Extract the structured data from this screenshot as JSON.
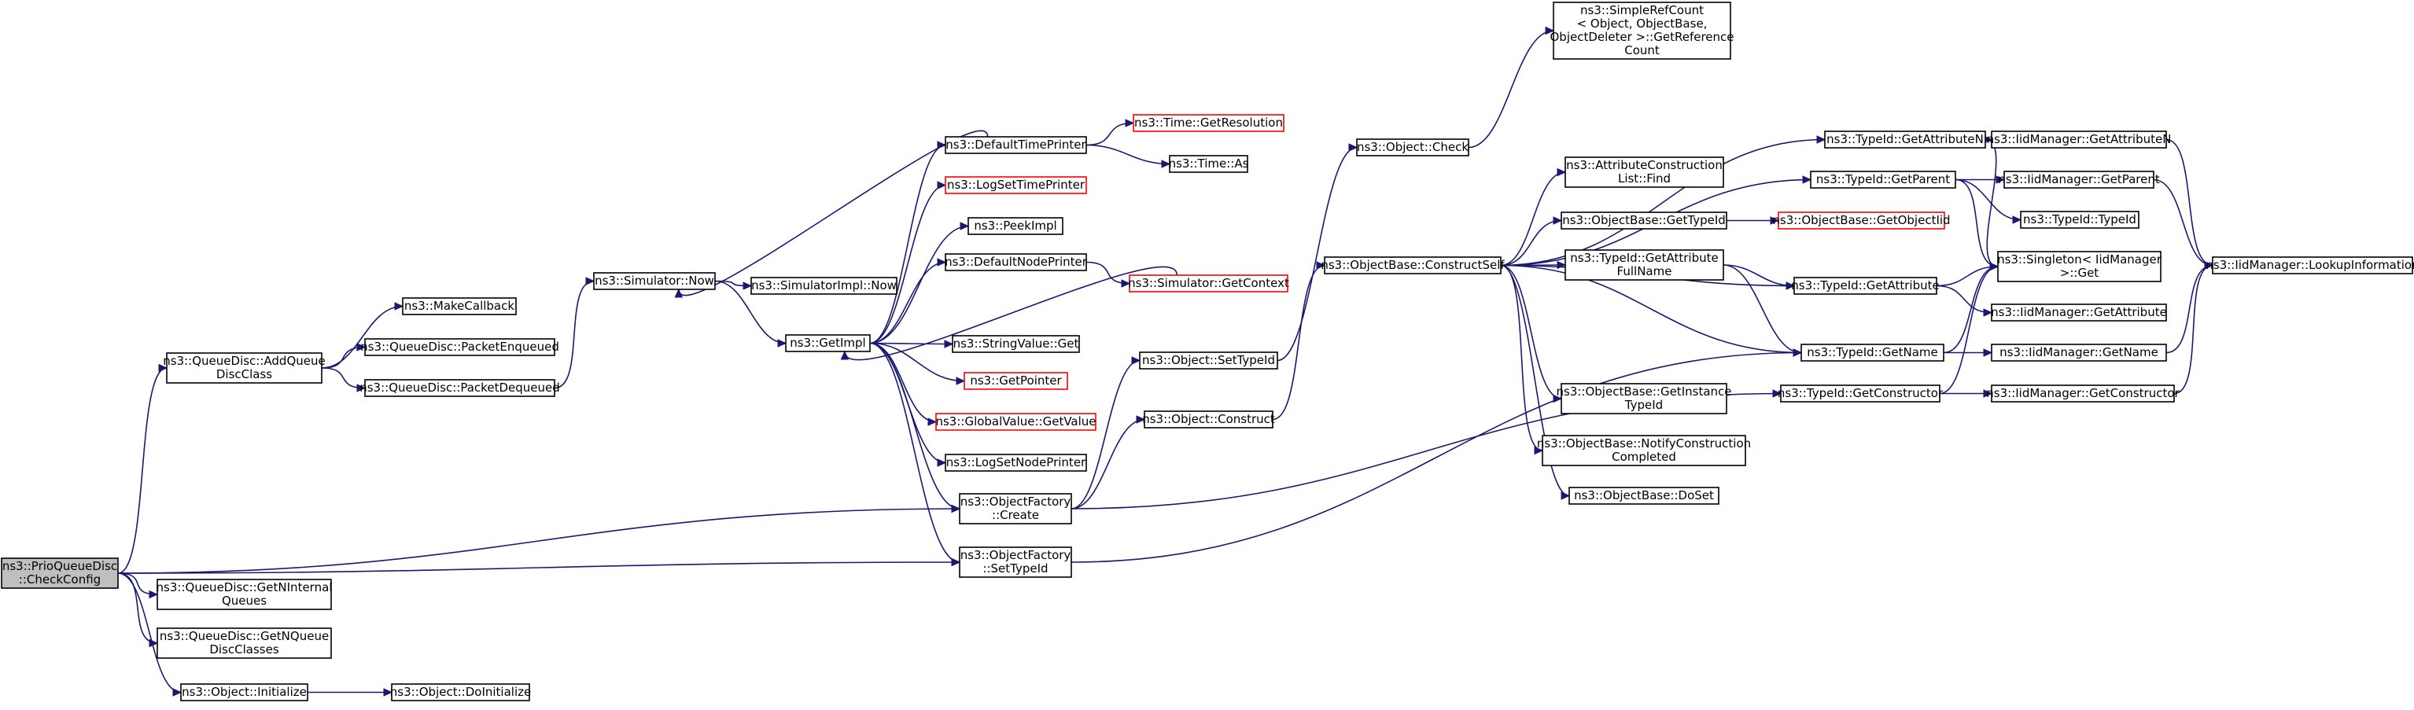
{
  "nodes": [
    {
      "id": "root",
      "lines": [
        "ns3::PrioQueueDisc",
        "::CheckConfig"
      ],
      "style": "root"
    },
    {
      "id": "addQueue",
      "lines": [
        "ns3::QueueDisc::AddQueue",
        "DiscClass"
      ],
      "style": "normal"
    },
    {
      "id": "makeCallback",
      "lines": [
        "ns3::MakeCallback"
      ],
      "style": "normal"
    },
    {
      "id": "pktEnq",
      "lines": [
        "ns3::QueueDisc::PacketEnqueued"
      ],
      "style": "normal"
    },
    {
      "id": "pktDeq",
      "lines": [
        "ns3::QueueDisc::PacketDequeued"
      ],
      "style": "normal"
    },
    {
      "id": "getNInternal",
      "lines": [
        "ns3::QueueDisc::GetNInternal",
        "Queues"
      ],
      "style": "normal"
    },
    {
      "id": "getNQueueDisc",
      "lines": [
        "ns3::QueueDisc::GetNQueue",
        "DiscClasses"
      ],
      "style": "normal"
    },
    {
      "id": "objInit",
      "lines": [
        "ns3::Object::Initialize"
      ],
      "style": "normal"
    },
    {
      "id": "doInit",
      "lines": [
        "ns3::Object::DoInitialize"
      ],
      "style": "normal"
    },
    {
      "id": "simNow",
      "lines": [
        "ns3::Simulator::Now"
      ],
      "style": "normal"
    },
    {
      "id": "simImplNow",
      "lines": [
        "ns3::SimulatorImpl::Now"
      ],
      "style": "normal"
    },
    {
      "id": "getImpl",
      "lines": [
        "ns3::GetImpl"
      ],
      "style": "normal"
    },
    {
      "id": "defTimePrinter",
      "lines": [
        "ns3::DefaultTimePrinter"
      ],
      "style": "normal"
    },
    {
      "id": "timeGetRes",
      "lines": [
        "ns3::Time::GetResolution"
      ],
      "style": "red"
    },
    {
      "id": "timeAs",
      "lines": [
        "ns3::Time::As"
      ],
      "style": "normal"
    },
    {
      "id": "logSetTime",
      "lines": [
        "ns3::LogSetTimePrinter"
      ],
      "style": "red"
    },
    {
      "id": "peekImpl",
      "lines": [
        "ns3::PeekImpl"
      ],
      "style": "normal"
    },
    {
      "id": "defNodePrinter",
      "lines": [
        "ns3::DefaultNodePrinter"
      ],
      "style": "normal"
    },
    {
      "id": "simGetContext",
      "lines": [
        "ns3::Simulator::GetContext"
      ],
      "style": "red"
    },
    {
      "id": "stringValueGet",
      "lines": [
        "ns3::StringValue::Get"
      ],
      "style": "normal"
    },
    {
      "id": "getPointer",
      "lines": [
        "ns3::GetPointer"
      ],
      "style": "red"
    },
    {
      "id": "globalGetValue",
      "lines": [
        "ns3::GlobalValue::GetValue"
      ],
      "style": "red"
    },
    {
      "id": "logSetNode",
      "lines": [
        "ns3::LogSetNodePrinter"
      ],
      "style": "normal"
    },
    {
      "id": "ofCreate",
      "lines": [
        "ns3::ObjectFactory",
        "::Create"
      ],
      "style": "normal"
    },
    {
      "id": "ofSetTypeId",
      "lines": [
        "ns3::ObjectFactory",
        "::SetTypeId"
      ],
      "style": "normal"
    },
    {
      "id": "objSetTypeId",
      "lines": [
        "ns3::Object::SetTypeId"
      ],
      "style": "normal"
    },
    {
      "id": "objConstruct",
      "lines": [
        "ns3::Object::Construct"
      ],
      "style": "normal"
    },
    {
      "id": "objCheck",
      "lines": [
        "ns3::Object::Check"
      ],
      "style": "normal"
    },
    {
      "id": "simpleRefCount",
      "lines": [
        "ns3::SimpleRefCount",
        "< Object, ObjectBase,",
        "ObjectDeleter >::GetReference",
        "Count"
      ],
      "style": "normal"
    },
    {
      "id": "constructSelf",
      "lines": [
        "ns3::ObjectBase::ConstructSelf"
      ],
      "style": "normal"
    },
    {
      "id": "attrConstrFind",
      "lines": [
        "ns3::AttributeConstruction",
        "List::Find"
      ],
      "style": "normal"
    },
    {
      "id": "obGetTypeId",
      "lines": [
        "ns3::ObjectBase::GetTypeId"
      ],
      "style": "normal"
    },
    {
      "id": "obGetObjectIid",
      "lines": [
        "ns3::ObjectBase::GetObjectIid"
      ],
      "style": "red"
    },
    {
      "id": "tidGetAttrFull",
      "lines": [
        "ns3::TypeId::GetAttribute",
        "FullName"
      ],
      "style": "normal"
    },
    {
      "id": "obGetInstance",
      "lines": [
        "ns3::ObjectBase::GetInstance",
        "TypeId"
      ],
      "style": "normal"
    },
    {
      "id": "obNotify",
      "lines": [
        "ns3::ObjectBase::NotifyConstruction",
        "Completed"
      ],
      "style": "normal"
    },
    {
      "id": "obDoSet",
      "lines": [
        "ns3::ObjectBase::DoSet"
      ],
      "style": "normal"
    },
    {
      "id": "tidGetAttrN",
      "lines": [
        "ns3::TypeId::GetAttributeN"
      ],
      "style": "normal"
    },
    {
      "id": "tidGetParent",
      "lines": [
        "ns3::TypeId::GetParent"
      ],
      "style": "normal"
    },
    {
      "id": "tidGetAttr",
      "lines": [
        "ns3::TypeId::GetAttribute"
      ],
      "style": "normal"
    },
    {
      "id": "tidGetName",
      "lines": [
        "ns3::TypeId::GetName"
      ],
      "style": "normal"
    },
    {
      "id": "tidGetConstructor",
      "lines": [
        "ns3::TypeId::GetConstructor"
      ],
      "style": "normal"
    },
    {
      "id": "iidGetAttrN",
      "lines": [
        "ns3::IidManager::GetAttributeN"
      ],
      "style": "normal"
    },
    {
      "id": "iidGetParent",
      "lines": [
        "ns3::IidManager::GetParent"
      ],
      "style": "normal"
    },
    {
      "id": "tidTypeId",
      "lines": [
        "ns3::TypeId::TypeId"
      ],
      "style": "normal"
    },
    {
      "id": "singletonGet",
      "lines": [
        "ns3::Singleton< IidManager",
        ">::Get"
      ],
      "style": "normal"
    },
    {
      "id": "iidGetAttr",
      "lines": [
        "ns3::IidManager::GetAttribute"
      ],
      "style": "normal"
    },
    {
      "id": "iidGetName",
      "lines": [
        "ns3::IidManager::GetName"
      ],
      "style": "normal"
    },
    {
      "id": "iidGetConstructor",
      "lines": [
        "ns3::IidManager::GetConstructor"
      ],
      "style": "normal"
    },
    {
      "id": "iidLookup",
      "lines": [
        "ns3::IidManager::LookupInformation"
      ],
      "style": "normal"
    }
  ],
  "edges": [
    [
      "root",
      "addQueue"
    ],
    [
      "root",
      "ofCreate"
    ],
    [
      "root",
      "ofSetTypeId"
    ],
    [
      "root",
      "getNInternal"
    ],
    [
      "root",
      "getNQueueDisc"
    ],
    [
      "root",
      "objInit"
    ],
    [
      "addQueue",
      "makeCallback"
    ],
    [
      "addQueue",
      "pktEnq"
    ],
    [
      "addQueue",
      "pktDeq"
    ],
    [
      "pktDeq",
      "simNow"
    ],
    [
      "objInit",
      "doInit"
    ],
    [
      "simNow",
      "simImplNow"
    ],
    [
      "simNow",
      "getImpl"
    ],
    [
      "defTimePrinter",
      "simNow"
    ],
    [
      "defTimePrinter",
      "timeGetRes"
    ],
    [
      "defTimePrinter",
      "timeAs"
    ],
    [
      "getImpl",
      "defTimePrinter"
    ],
    [
      "getImpl",
      "logSetTime"
    ],
    [
      "getImpl",
      "peekImpl"
    ],
    [
      "getImpl",
      "defNodePrinter"
    ],
    [
      "getImpl",
      "stringValueGet"
    ],
    [
      "getImpl",
      "getPointer"
    ],
    [
      "getImpl",
      "globalGetValue"
    ],
    [
      "getImpl",
      "logSetNode"
    ],
    [
      "getImpl",
      "ofCreate"
    ],
    [
      "getImpl",
      "ofSetTypeId"
    ],
    [
      "defNodePrinter",
      "simGetContext"
    ],
    [
      "simGetContext",
      "getImpl"
    ],
    [
      "ofCreate",
      "objSetTypeId"
    ],
    [
      "ofCreate",
      "objConstruct"
    ],
    [
      "ofCreate",
      "tidGetConstructor"
    ],
    [
      "ofSetTypeId",
      "tidGetName"
    ],
    [
      "objSetTypeId",
      "objCheck"
    ],
    [
      "objCheck",
      "simpleRefCount"
    ],
    [
      "objConstruct",
      "constructSelf"
    ],
    [
      "constructSelf",
      "attrConstrFind"
    ],
    [
      "constructSelf",
      "obGetTypeId"
    ],
    [
      "constructSelf",
      "tidGetAttrFull"
    ],
    [
      "constructSelf",
      "obGetInstance"
    ],
    [
      "constructSelf",
      "obNotify"
    ],
    [
      "constructSelf",
      "obDoSet"
    ],
    [
      "constructSelf",
      "tidGetAttrN"
    ],
    [
      "constructSelf",
      "tidGetParent"
    ],
    [
      "constructSelf",
      "tidGetAttr"
    ],
    [
      "constructSelf",
      "tidGetName"
    ],
    [
      "obGetTypeId",
      "obGetObjectIid"
    ],
    [
      "tidGetAttrFull",
      "tidGetAttr"
    ],
    [
      "tidGetAttrFull",
      "tidGetName"
    ],
    [
      "tidGetAttrN",
      "iidGetAttrN"
    ],
    [
      "tidGetAttrN",
      "singletonGet"
    ],
    [
      "tidGetParent",
      "iidGetParent"
    ],
    [
      "tidGetParent",
      "tidTypeId"
    ],
    [
      "tidGetParent",
      "singletonGet"
    ],
    [
      "tidGetAttr",
      "singletonGet"
    ],
    [
      "tidGetAttr",
      "iidGetAttr"
    ],
    [
      "tidGetName",
      "singletonGet"
    ],
    [
      "tidGetName",
      "iidGetName"
    ],
    [
      "tidGetConstructor",
      "singletonGet"
    ],
    [
      "tidGetConstructor",
      "iidGetConstructor"
    ],
    [
      "iidGetAttrN",
      "iidLookup"
    ],
    [
      "iidGetParent",
      "iidLookup"
    ],
    [
      "iidGetName",
      "iidLookup"
    ],
    [
      "iidGetConstructor",
      "iidLookup"
    ]
  ]
}
